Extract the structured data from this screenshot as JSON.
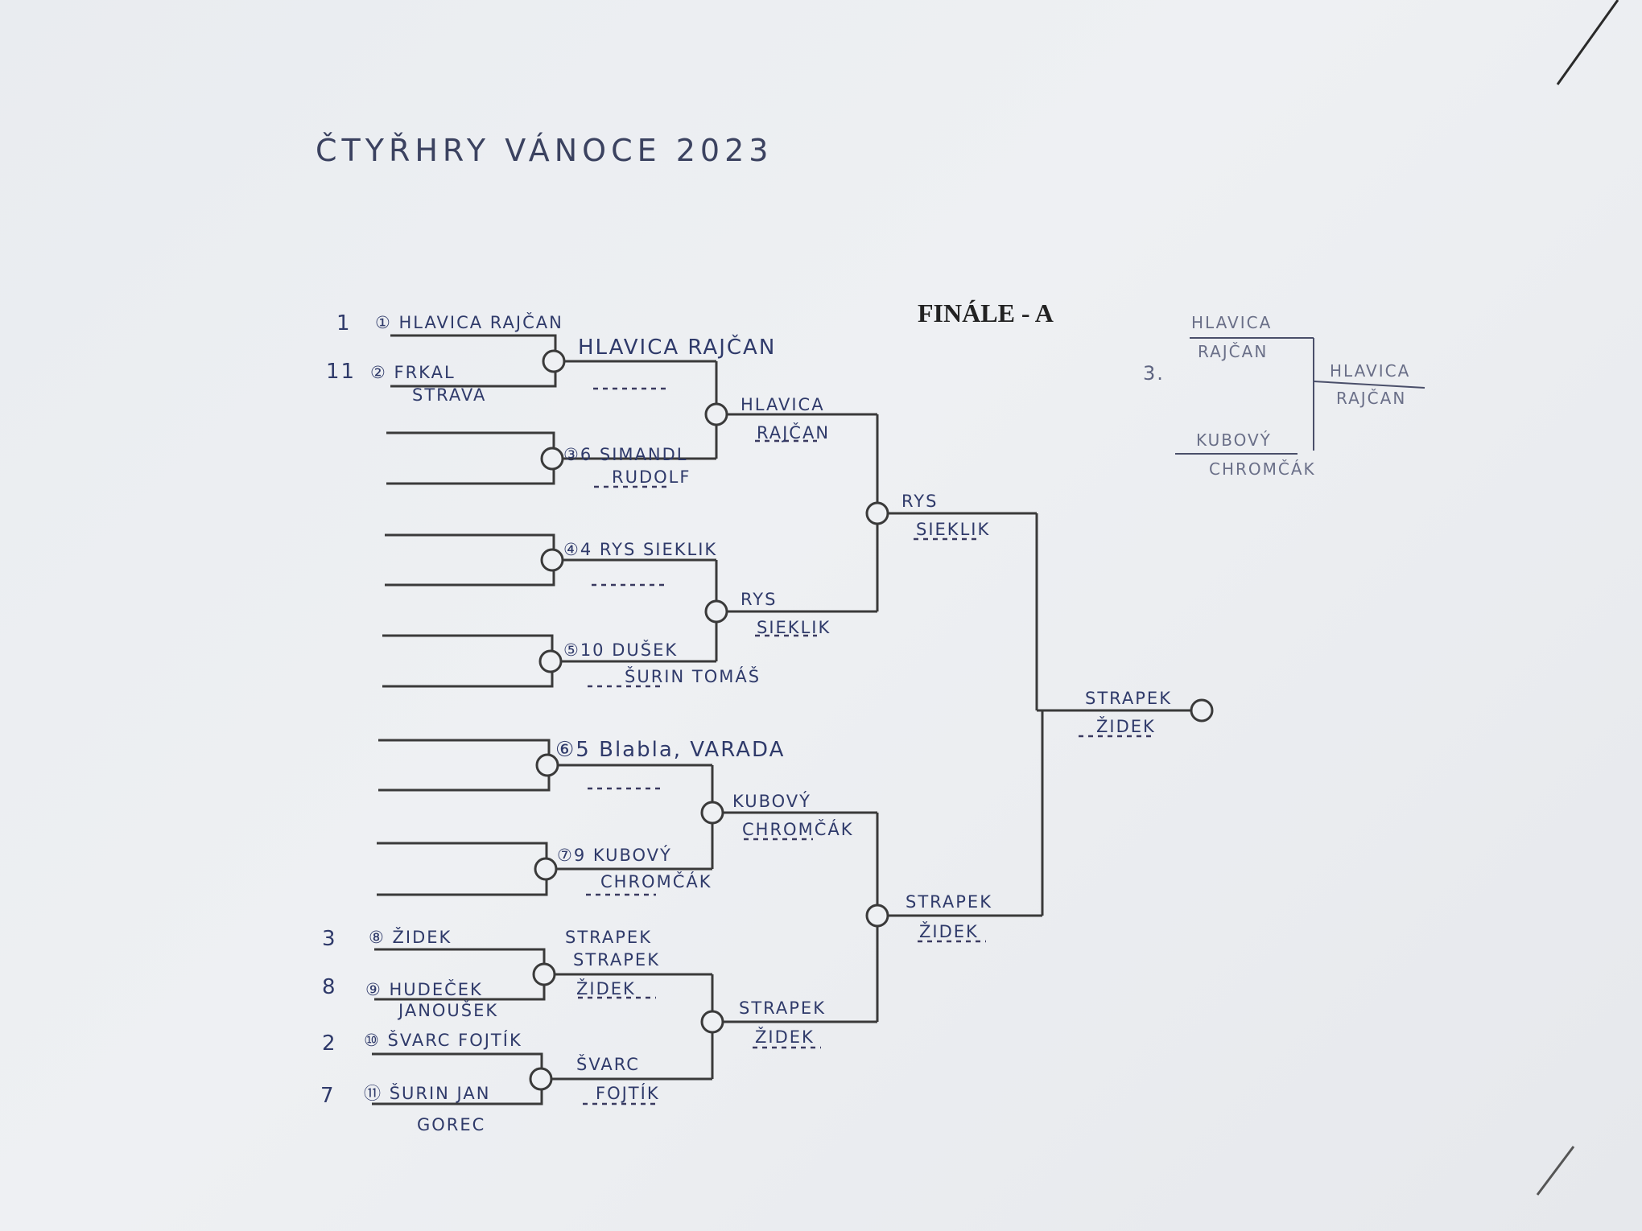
{
  "sheet": {
    "title": "ČTYŘHRY VÁNOCE 2023",
    "bracket_heading": "FINÁLE - A"
  },
  "seeds": {
    "s1": "1",
    "s11": "11",
    "s3": "3",
    "s8": "8",
    "s2": "2",
    "s7": "7"
  },
  "round1": {
    "p1_num": "①",
    "p1_name": "HLAVICA RAJČAN",
    "p2_num": "②",
    "p2_name": "FRKAL",
    "p2_name2": "STRAVA",
    "p3_num": "③6",
    "p3_name": "SIMANDL",
    "p3_name2": "RUDOLF",
    "p4_num": "④4",
    "p4_name": "RYS SIEKLIK",
    "p5_num": "⑤10",
    "p5_name": "DUŠEK",
    "p5_name2": "ŠURIN TOMÁŠ",
    "p6_num": "⑥5",
    "p6_name": "Blabla, VARADA",
    "p7_num": "⑦9",
    "p7_name": "KUBOVÝ",
    "p7_name2": "CHROMČÁK",
    "p8_num": "⑧",
    "p8_name": "ŽIDEK",
    "p8_name_b": "STRAPEK",
    "p9_num": "⑨",
    "p9_name": "HUDEČEK",
    "p9_name2": "JANOUŠEK",
    "p10_num": "⑩",
    "p10_name": "ŠVARC FOJTÍK",
    "p11_num": "⑪",
    "p11_name": "ŠURIN JAN",
    "p11_name2": "GOREC",
    "m1_winner": "HLAVICA RAJČAN",
    "m6_winner_a": "STRAPEK",
    "m6_winner_b": "ŽIDEK",
    "m7_winner_a": "ŠVARC",
    "m7_winner_b": "FOJTÍK"
  },
  "round2": {
    "a_top": "HLAVICA",
    "a_bottom": "RAJČAN",
    "b_top": "RYS",
    "b_bottom": "SIEKLIK",
    "c_top": "KUBOVÝ",
    "c_bottom": "CHROMČÁK",
    "d_top": "STRAPEK",
    "d_bottom": "ŽIDEK"
  },
  "round3": {
    "a_top": "RYS",
    "a_bottom": "SIEKLIK",
    "b_top": "STRAPEK",
    "b_bottom": "ŽIDEK"
  },
  "final": {
    "top": "STRAPEK",
    "bottom": "ŽIDEK"
  },
  "third_place": {
    "label": "3.",
    "team1_top": "HLAVICA",
    "team1_bottom": "RAJČAN",
    "team2_top": "KUBOVÝ",
    "team2_bottom": "CHROMČÁK",
    "winner_top": "HLAVICA",
    "winner_bottom": "RAJČAN"
  }
}
